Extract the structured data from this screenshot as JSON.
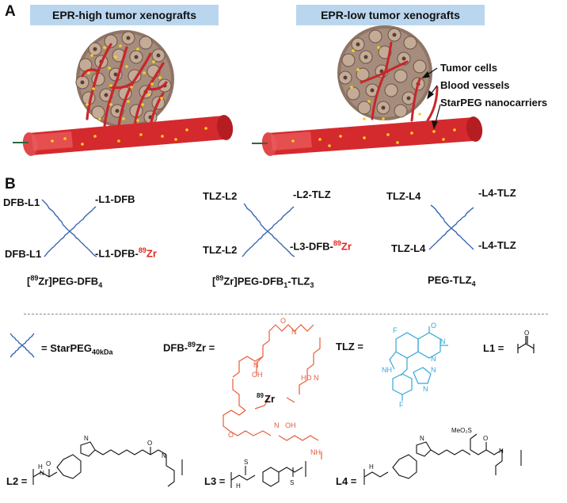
{
  "panel_a": {
    "letter": "A",
    "left_title": "EPR-high tumor xenografts",
    "right_title": "EPR-low tumor xenografts",
    "legend": {
      "tumor_cells": "Tumor cells",
      "blood_vessels": "Blood vessels",
      "nanocarriers": "StarPEG nanocarriers"
    }
  },
  "panel_b": {
    "letter": "B",
    "star1": {
      "top_left": "DFB-L1",
      "top_right": "L1-DFB",
      "bottom_left": "DFB-L1",
      "bottom_right": "L1-DFB-",
      "isotope_mass": "89",
      "isotope_symbol": "Zr",
      "caption_pre": "[",
      "caption_mass": "89",
      "caption_mid": "Zr]PEG-DFB",
      "caption_sub": "4"
    },
    "star2": {
      "top_left": "TLZ-L2",
      "top_right": "L2-TLZ",
      "bottom_left": "TLZ-L2",
      "bottom_right": "L3-DFB-",
      "isotope_mass": "89",
      "isotope_symbol": "Zr",
      "caption_pre": "[",
      "caption_mass": "89",
      "caption_mid": "Zr]PEG-DFB",
      "caption_sub1": "1",
      "caption_mid2": "-TLZ",
      "caption_sub2": "3"
    },
    "star3": {
      "top_left": "TLZ-L4",
      "top_right": "L4-TLZ",
      "bottom_left": "TLZ-L4",
      "bottom_right": "L4-TLZ",
      "caption_main": "PEG-TLZ",
      "caption_sub": "4"
    },
    "definitions": {
      "starpeg_eq": "= StarPEG",
      "starpeg_sub": "40kDa",
      "dfb_label": "DFB-",
      "dfb_mass": "89",
      "dfb_symbol": "Zr =",
      "dfb_core_mass": "89",
      "dfb_core_symbol": "Zr",
      "tlz_label": "TLZ =",
      "l1_label": "L1 =",
      "l2_label": "L2 =",
      "l3_label": "L3 =",
      "l4_label": "L4 =",
      "l4_substituent": "MeO₂S",
      "oh1": "OH",
      "oh2": "HO",
      "oh3": "OH",
      "n_label": "N",
      "nh_label": "NH",
      "o_label": "O",
      "f_label": "F",
      "s_label": "S",
      "h_label": "H"
    }
  },
  "colors": {
    "banner": "#b9d6ee",
    "vessel": "#d42a2e",
    "tumor": "#9a8070",
    "nanocarrier": "#f5d21e",
    "peg_arm": "#3b68b0",
    "dfb": "#e85c3a",
    "tlz": "#35a8d8",
    "isotope": "#e3261f"
  }
}
